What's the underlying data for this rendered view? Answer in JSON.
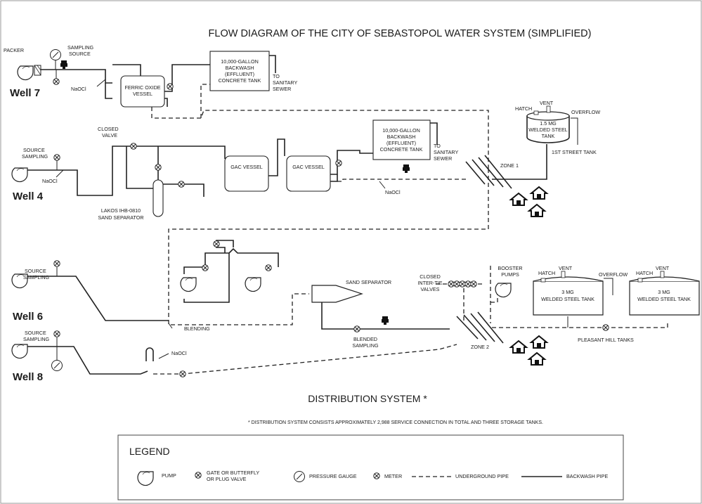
{
  "title": "FLOW DIAGRAM OF THE CITY OF SEBASTOPOL WATER SYSTEM (SIMPLIFIED)",
  "wells": {
    "well7": "Well 7",
    "well4": "Well 4",
    "well6": "Well 6",
    "well8": "Well 8"
  },
  "labels": {
    "packer": "PACKER",
    "sampling_source_1": "SAMPLING",
    "sampling_source_2": "SOURCE",
    "source_sampling_1": "SOURCE",
    "source_sampling_2": "SAMPLING",
    "naocl": "NaOCl",
    "ferric_1": "FERRIC OXIDE",
    "ferric_2": "VESSEL",
    "backwash_tank_1": "10,000-GALLON",
    "backwash_tank_2": "BACKWASH",
    "backwash_tank_3": "(EFFLUENT)",
    "backwash_tank_4": "CONCRETE TANK",
    "to_sewer_1": "TO",
    "to_sewer_2": "SANITARY",
    "to_sewer_3": "SEWER",
    "closed_valve_1": "CLOSED",
    "closed_valve_2": "VALVE",
    "gac_vessel": "GAC VESSEL",
    "lakos_1": "LAKOS IHB-0810",
    "lakos_2": "SAND SEPARATOR",
    "zone1": "ZONE 1",
    "zone2": "ZONE 2",
    "hatch": "HATCH",
    "vent": "VENT",
    "overflow": "OVERFLOW",
    "tank_15_1": "1.5 MG",
    "tank_15_2": "WELDED STEEL",
    "tank_15_3": "TANK",
    "first_street": "1ST STREET TANK",
    "blending": "BLENDING",
    "sand_separator": "SAND SEPARATOR",
    "closed_intertie_1": "CLOSED",
    "closed_intertie_2": "INTER-TIE",
    "closed_intertie_3": "VALVES",
    "booster_1": "BOOSTER",
    "booster_2": "PUMPS",
    "tank3_1": "3 MG",
    "tank3_2": "WELDED STEEL TANK",
    "blended_1": "BLENDED",
    "blended_2": "SAMPLING",
    "pleasant_hill": "PLEASANT HILL TANKS",
    "distribution": "DISTRIBUTION SYSTEM *",
    "footnote": "* DISTRIBUTION SYSTEM CONSISTS APPROXIMATELY 2,988 SERVICE CONNECTION IN TOTAL AND THREE STORAGE TANKS."
  },
  "legend": {
    "heading": "LEGEND",
    "pump": "PUMP",
    "valve_1": "GATE OR BUTTERFLY",
    "valve_2": "OR PLUG VALVE",
    "gauge": "PRESSURE GAUGE",
    "meter": "METER",
    "underground": "UNDERGROUND PIPE",
    "backwash": "BACKWASH PIPE"
  }
}
